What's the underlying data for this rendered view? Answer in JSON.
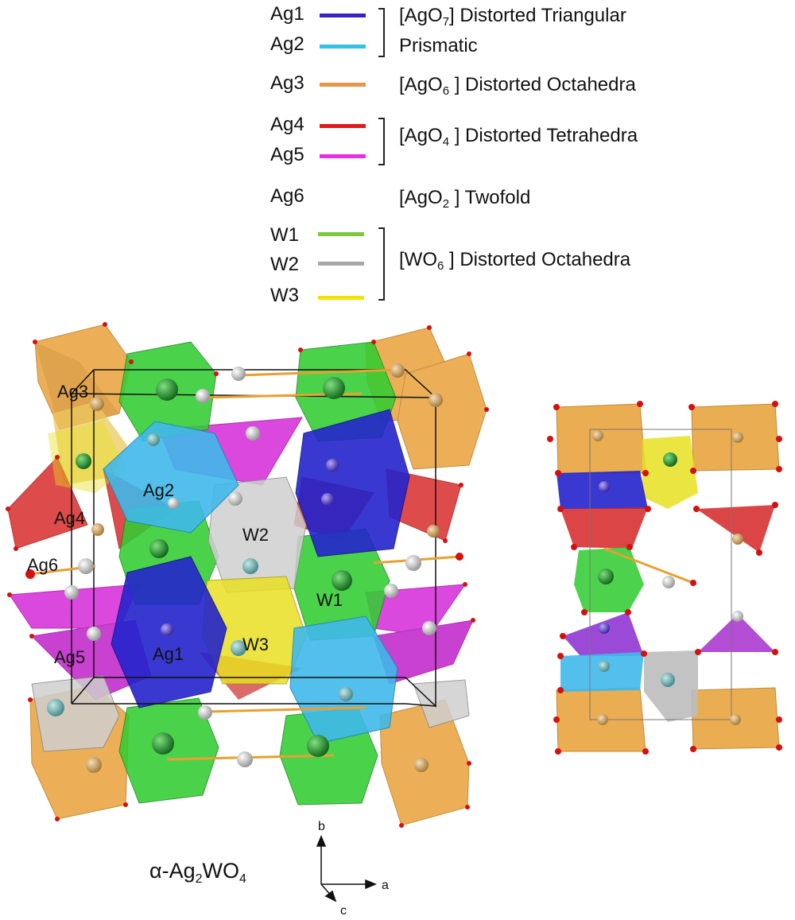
{
  "legend": {
    "sites": {
      "ag1": {
        "label": "Ag1",
        "color": "#3b22c8"
      },
      "ag2": {
        "label": "Ag2",
        "color": "#35c0e6"
      },
      "ag3": {
        "label": "Ag3",
        "color": "#e8964a"
      },
      "ag4": {
        "label": "Ag4",
        "color": "#e01a1a"
      },
      "ag5": {
        "label": "Ag5",
        "color": "#e830e0"
      },
      "ag6": {
        "label": "Ag6"
      },
      "w1": {
        "label": "W1",
        "color": "#7cc93c"
      },
      "w2": {
        "label": "W2",
        "color": "#a8a8a8"
      },
      "w3": {
        "label": "W3",
        "color": "#f2e600"
      }
    },
    "groups": {
      "prism": {
        "pre": "[AgO",
        "sub": "7",
        "post": "] Distorted  Triangular",
        "line2": "Prismatic"
      },
      "ag3_octa": {
        "pre": "[AgO",
        "sub": "6",
        "post": " ] Distorted Octahedra"
      },
      "tetra": {
        "pre": "[AgO",
        "sub": "4",
        "post": " ] Distorted Tetrahedra"
      },
      "twofold": {
        "pre": "[AgO",
        "sub": "2",
        "post": " ] Twofold"
      },
      "w_octa": {
        "pre": "[WO",
        "sub": "6",
        "post": " ] Distorted Octahedra"
      }
    }
  },
  "structure": {
    "labels": {
      "ag1": "Ag1",
      "ag2": "Ag2",
      "ag3": "Ag3",
      "ag4": "Ag4",
      "ag5": "Ag5",
      "ag6": "Ag6",
      "w1": "W1",
      "w2": "W2",
      "w3": "W3"
    },
    "polyhedron_colors": {
      "ag1": "#2a2ad0",
      "ag2": "#3cb8e8",
      "ag3": "#e8a030",
      "ag4": "#d82020",
      "ag5": "#d020d8",
      "w1": "#3ad03a",
      "w2": "#c8c8c8",
      "w3": "#e8e020",
      "oxygen": "#d41010",
      "ag_atom": "#f0f0f0"
    }
  },
  "axes": {
    "b": "b",
    "a": "a",
    "c": "c"
  },
  "formula": {
    "prefix": "α-Ag",
    "sub1": "2",
    "mid": "WO",
    "sub2": "4"
  }
}
